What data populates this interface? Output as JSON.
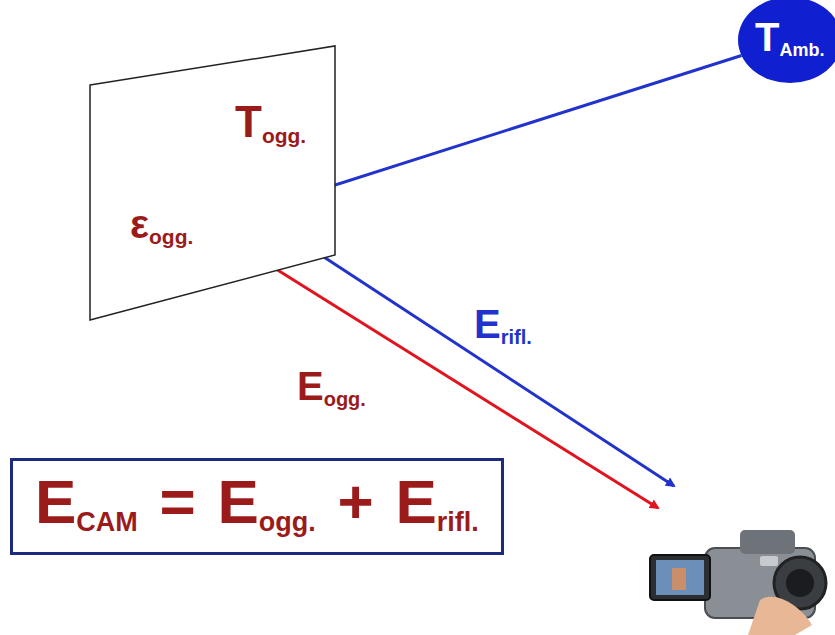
{
  "diagram": {
    "nodes": [
      {
        "text": [
          "T",
          "ogg.",
          "ε",
          "ogg."
        ]
      },
      {
        "text": [
          "T",
          "Amb."
        ]
      },
      {
        "text": [
          "E",
          "CAM",
          "=",
          "E",
          "ogg.",
          "+",
          "E",
          "rifl."
        ]
      }
    ],
    "edges": [
      {
        "from": 1,
        "to": 0,
        "arrow": "to"
      }
    ],
    "labels": [
      "E",
      "rifl.",
      "E",
      "ogg."
    ]
  }
}
